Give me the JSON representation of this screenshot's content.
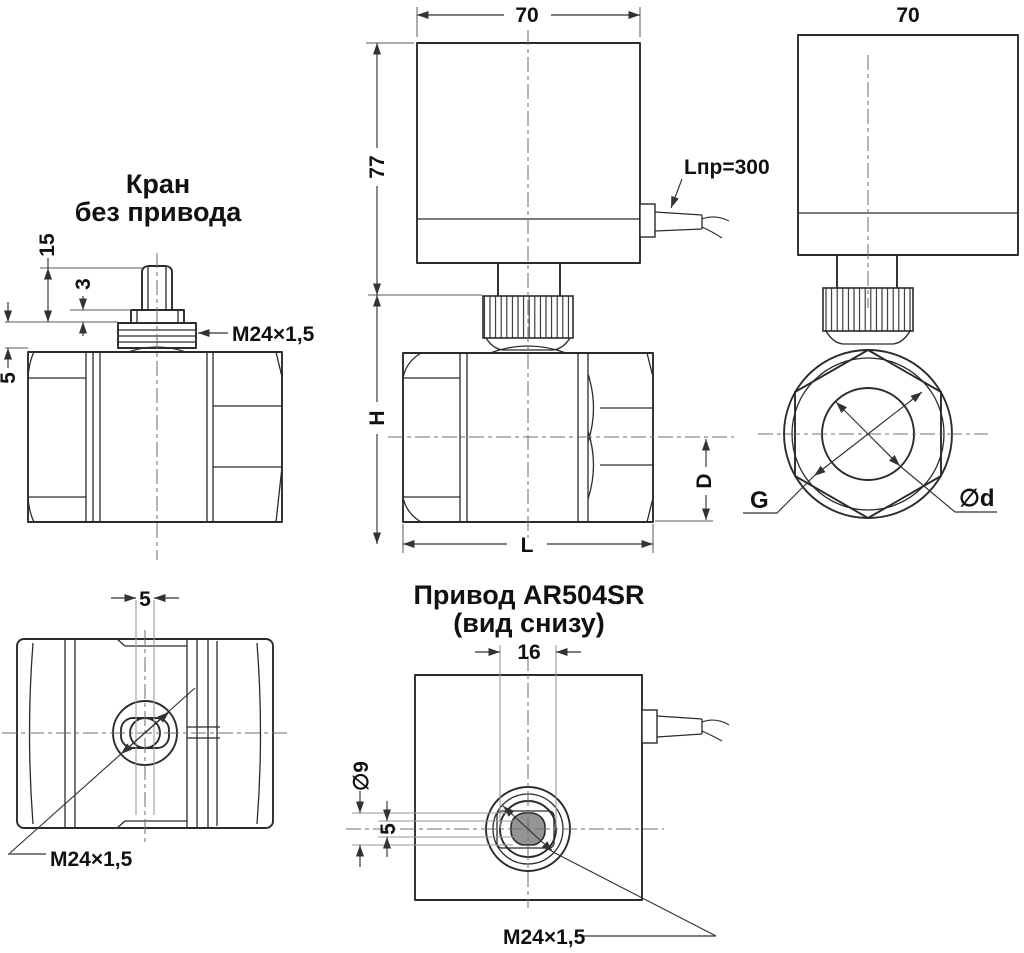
{
  "drawing": {
    "valve_side": {
      "title_line1": "Кран",
      "title_line2": "без привода",
      "dim_stem_height": "15",
      "dim_flange": "3",
      "dim_adapter": "5",
      "thread_label": "М24×1,5"
    },
    "assembly_side": {
      "dim_width": "70",
      "dim_height": "77",
      "cable_label": "Lпр=300",
      "dim_h": "H",
      "dim_d": "D",
      "dim_l": "L"
    },
    "assembly_front": {
      "dim_width": "70",
      "thread_label": "G",
      "bore_label": "∅d"
    },
    "valve_top": {
      "dim_flats": "5",
      "thread_label": "М24×1,5"
    },
    "actuator_bottom": {
      "title_line1": "Привод AR504SR",
      "title_line2": "(вид снизу)",
      "dim_socket": "16",
      "dim_bore": "∅9",
      "dim_flats": "5",
      "thread_label": "М24×1,5"
    }
  },
  "colors": {
    "line": "#2b2b2b",
    "dim": "#333333",
    "ext": "#5a5a5a",
    "tang": "#9a9a9a",
    "center": "#707070",
    "text": "#111111",
    "socket": "#949494",
    "background": "#ffffff"
  }
}
